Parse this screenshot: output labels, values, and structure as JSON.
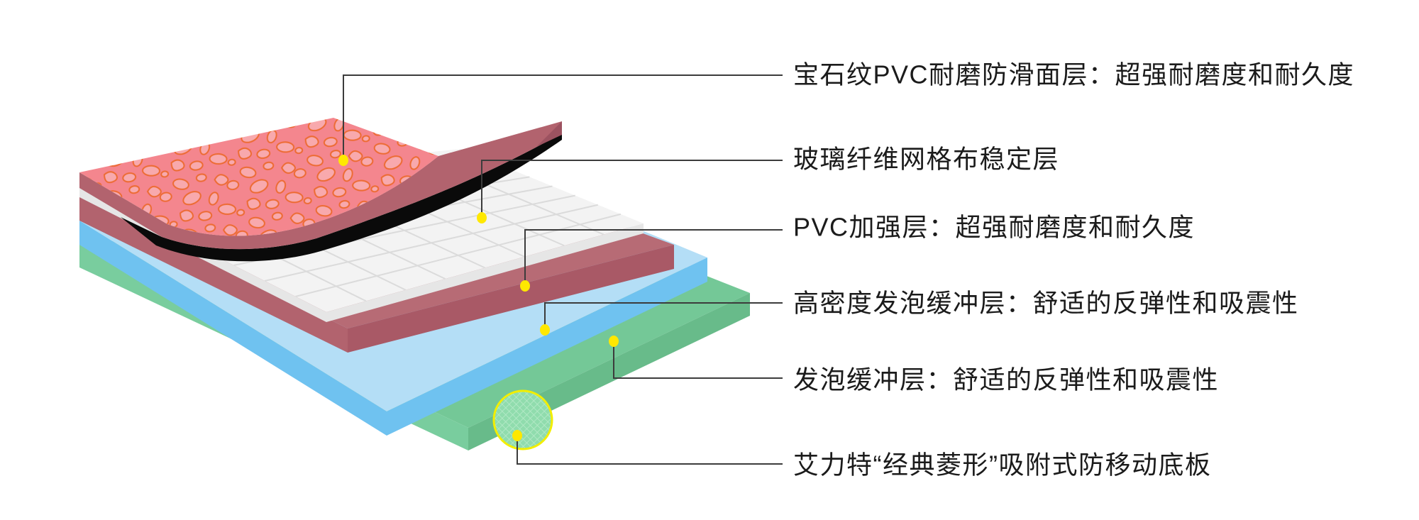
{
  "diagram": {
    "title": "flooring-layer-structure",
    "callouts": [
      {
        "text": "宝石纹PVC耐磨防滑面层：超强耐磨度和耐久度"
      },
      {
        "text": "玻璃纤维网格布稳定层"
      },
      {
        "text": "PVC加强层：超强耐磨度和耐久度"
      },
      {
        "text": "高密度发泡缓冲层：舒适的反弹性和吸震性"
      },
      {
        "text": "发泡缓冲层：舒适的反弹性和吸震性"
      },
      {
        "text": "艾力特“经典菱形”吸附式防移动底板"
      }
    ]
  },
  "colors": {
    "background": "#ffffff",
    "text": "#1b1b1b",
    "leader": "#3c3c3c",
    "marker": "#ffe800",
    "pink_top": "#f4868e",
    "pink_blob": "#f8a9ad",
    "pink_blob_outline": "#ed6b33",
    "rose_side": "#b2636e",
    "rose_tip": "#9c5260",
    "mesh_black": "#0a0a0a",
    "white_top": "#f3f3f3",
    "white_face": "#e6e6e6",
    "grid_line": "#dbdbdb",
    "mauve_top": "#b76b75",
    "mauve_face": "#a95966",
    "blue_top": "#b4def6",
    "blue_face": "#6fc2f0",
    "green_top": "#74c897",
    "green_face": "#68bb8a",
    "green_left": "#79cd9e",
    "circle_fill": "#90dcad",
    "circle_hatch": "#b7ebc9",
    "circle_ring": "#f2ee00"
  }
}
